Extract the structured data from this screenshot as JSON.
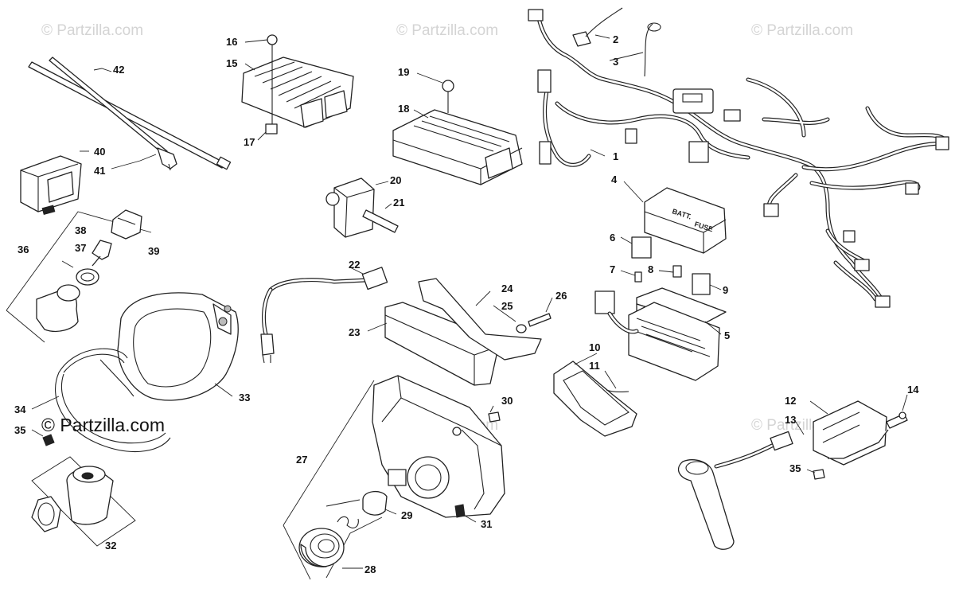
{
  "watermark": {
    "text": "© Partzilla.com",
    "big_text": "© Partzilla.com"
  },
  "callouts": {
    "c1": "1",
    "c2": "2",
    "c3": "3",
    "c4": "4",
    "c5": "5",
    "c6": "6",
    "c7": "7",
    "c8": "8",
    "c9": "9",
    "c10": "10",
    "c11": "11",
    "c12": "12",
    "c13": "13",
    "c14": "14",
    "c15": "15",
    "c16": "16",
    "c17": "17",
    "c18": "18",
    "c19": "19",
    "c20": "20",
    "c21": "21",
    "c22": "22",
    "c23": "23",
    "c24": "24",
    "c25": "25",
    "c26": "26",
    "c27": "27",
    "c28": "28",
    "c29": "29",
    "c30": "30",
    "c31": "31",
    "c32": "32",
    "c33": "33",
    "c34": "34",
    "c35a": "35",
    "c35b": "35",
    "c36": "36",
    "c37": "37",
    "c38": "38",
    "c39": "39",
    "c40": "40",
    "c41": "41",
    "c42": "42"
  },
  "fuse_cover_text": {
    "line1": "BATT.",
    "line2": "FUSE"
  }
}
